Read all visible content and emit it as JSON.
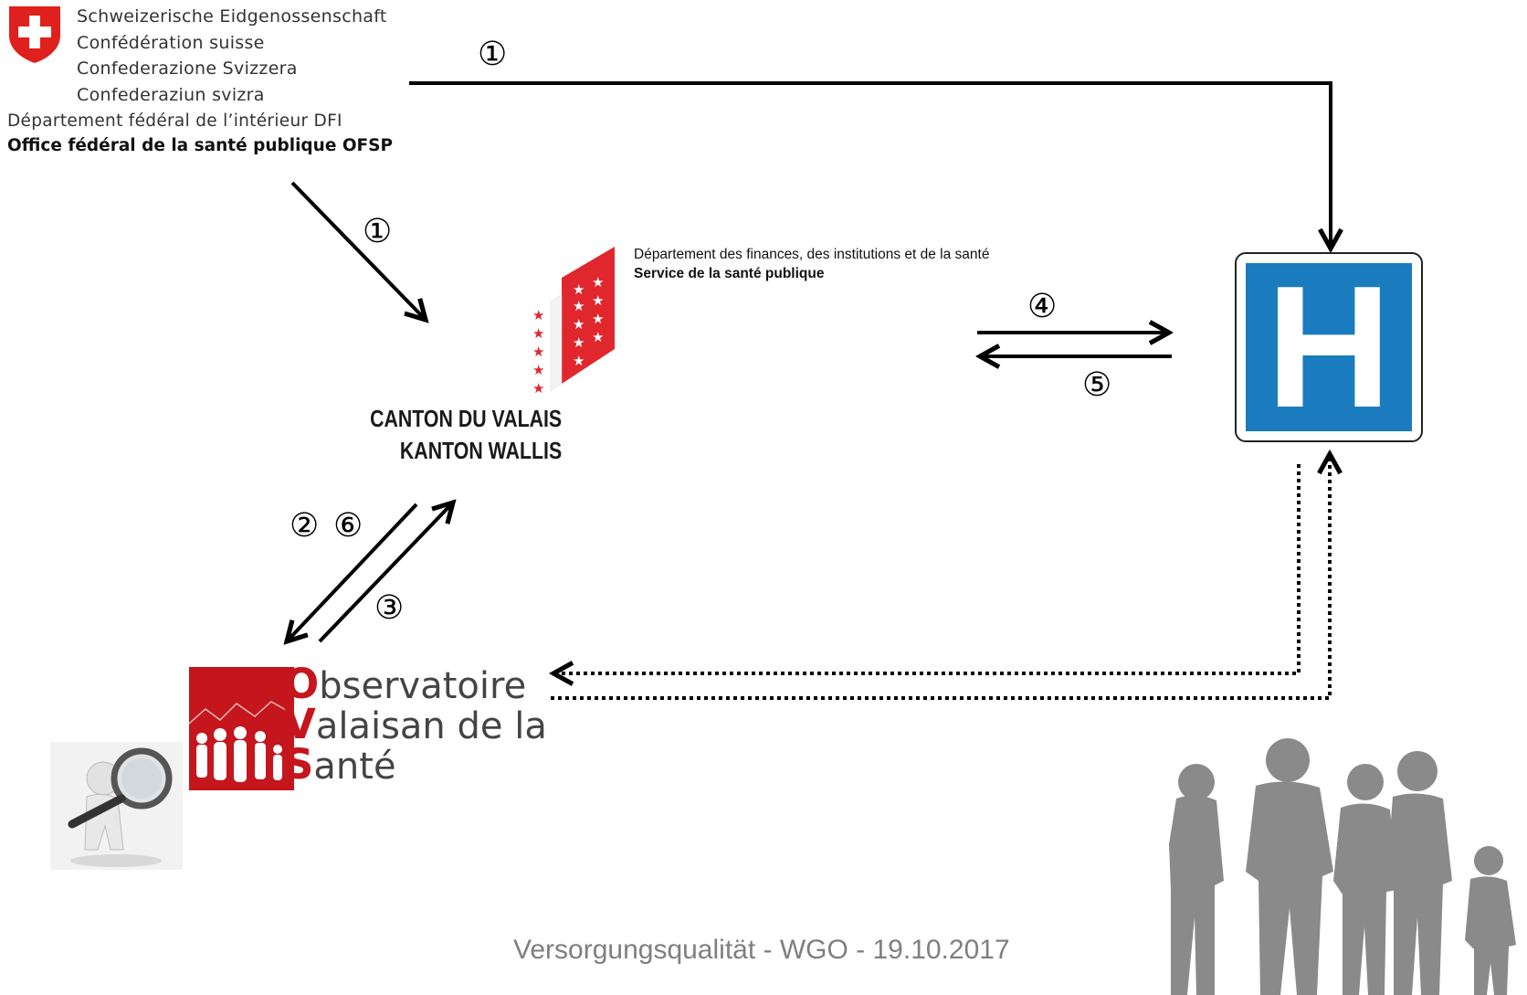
{
  "federal": {
    "names": [
      "Schweizerische Eidgenossenschaft",
      "Confédération suisse",
      "Confederazione Svizzera",
      "Confederaziun svizra"
    ],
    "department": "Département fédéral de l’intérieur DFI",
    "office": "Office fédéral de la santé publique OFSP"
  },
  "valais": {
    "department": "Département des finances, des institutions et de la santé",
    "service": "Service de la santé publique",
    "canton_fr": "CANTON DU VALAIS",
    "canton_de": "KANTON WALLIS"
  },
  "hospital": {
    "letter": "H"
  },
  "steps": {
    "s1_top": "①",
    "s1_diag": "①",
    "s4": "④",
    "s5": "⑤",
    "s2": "②",
    "s6": "⑥",
    "s3": "③"
  },
  "ovs": {
    "line1_cap": "O",
    "line1_rest": "bservatoire",
    "line2_cap": "V",
    "line2_rest": "alaisan de la",
    "line3_cap": "S",
    "line3_rest": "anté"
  },
  "footer": "Versorgungsqualität - WGO - 19.10.2017",
  "colors": {
    "swiss_red": "#e0201c",
    "valais_red": "#e0272d",
    "ovs_red": "#c4161c",
    "hospital_blue": "#1a7bbf",
    "silhouette_grey": "#8a8a8a"
  }
}
